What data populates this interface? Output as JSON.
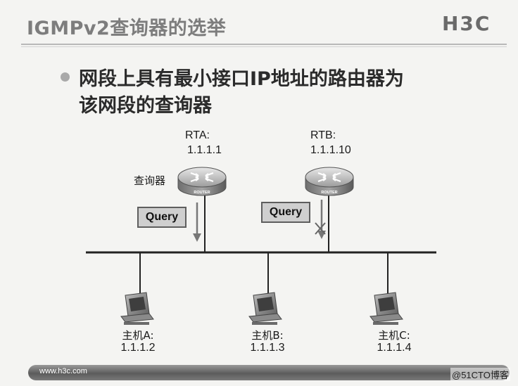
{
  "slide": {
    "title": "IGMPv2查询器的选举",
    "logo": "H3C",
    "bullet_line1": "网段上具有最小接口IP地址的路由器为",
    "bullet_line2": "该网段的查询器"
  },
  "routers": [
    {
      "name": "RTA:",
      "ip": "1.1.1.1",
      "role": "查询器",
      "badge": "ROUTER"
    },
    {
      "name": "RTB:",
      "ip": "1.1.1.10",
      "badge": "ROUTER"
    }
  ],
  "queries": [
    {
      "label": "Query",
      "blocked": false
    },
    {
      "label": "Query",
      "blocked": true
    }
  ],
  "hosts": [
    {
      "name": "主机A:",
      "ip": "1.1.1.2"
    },
    {
      "name": "主机B:",
      "ip": "1.1.1.3"
    },
    {
      "name": "主机C:",
      "ip": "1.1.1.4"
    }
  ],
  "footer": {
    "url": "www.h3c.com",
    "watermark": "@51CTO博客"
  },
  "icons": [
    "router-icon",
    "computer-icon",
    "arrow-down-icon",
    "blocked-cross-icon"
  ]
}
